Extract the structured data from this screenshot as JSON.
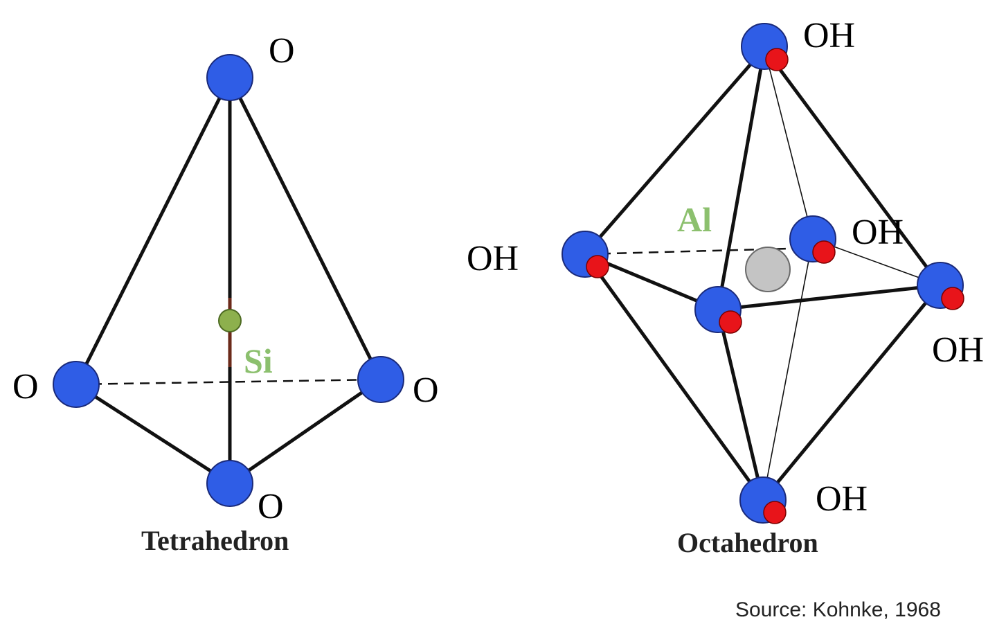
{
  "tetrahedron": {
    "title": "Tetrahedron",
    "center_label": "Si",
    "oxygen_labels": [
      "O",
      "O",
      "O",
      "O"
    ]
  },
  "octahedron": {
    "title": "Octahedron",
    "center_label": "Al",
    "hydroxyl_labels": [
      "OH",
      "OH",
      "OH",
      "OH",
      "OH"
    ]
  },
  "source": "Source:  Kohnke, 1968",
  "colors": {
    "oxygen": "#2f5de6",
    "hydrogen": "#e8141a",
    "silicon": "#8db04d",
    "aluminum": "#c4c4c4",
    "center_label": "#8cc06e"
  }
}
